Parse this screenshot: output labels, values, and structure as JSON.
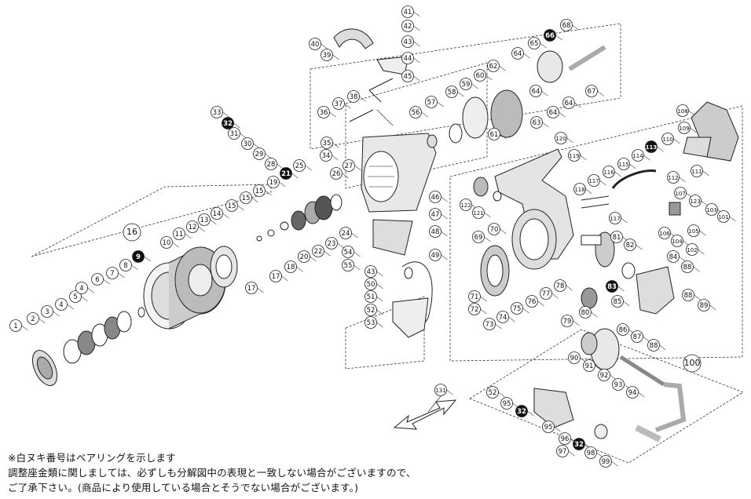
{
  "colors": {
    "line": "#222222",
    "bearing_fill": "#111111",
    "label_fill": "#ffffff",
    "part_fill": "#eeeeee"
  },
  "notes": [
    "※白ヌキ番号はベアリングを示します",
    "調整座金類に関しましては、必ずしも分解図中の表現と一致しない場合がございますので、",
    "ご了承下さい。(商品により使用している場合とそうでない場合がございます。)"
  ],
  "bearing_labels": [
    "9",
    "21",
    "32",
    "66",
    "83",
    "113"
  ],
  "group_labels": [
    "16",
    "100"
  ],
  "callouts": [
    {
      "id": "1",
      "p": [
        20,
        415
      ]
    },
    {
      "id": "2",
      "p": [
        42,
        406
      ]
    },
    {
      "id": "3",
      "p": [
        60,
        397
      ]
    },
    {
      "id": "4",
      "p": [
        78,
        388
      ]
    },
    {
      "id": "5",
      "p": [
        96,
        378
      ]
    },
    {
      "id": "6",
      "p": [
        124,
        356
      ]
    },
    {
      "id": "4",
      "p": [
        104,
        367
      ]
    },
    {
      "id": "7",
      "p": [
        143,
        348
      ]
    },
    {
      "id": "8",
      "p": [
        160,
        338
      ]
    },
    {
      "id": "9",
      "p": [
        176,
        327
      ],
      "b": 1
    },
    {
      "id": "10",
      "p": [
        212,
        309
      ]
    },
    {
      "id": "11",
      "p": [
        228,
        298
      ]
    },
    {
      "id": "12",
      "p": [
        245,
        289
      ]
    },
    {
      "id": "13",
      "p": [
        260,
        280
      ]
    },
    {
      "id": "14",
      "p": [
        276,
        272
      ]
    },
    {
      "id": "15",
      "p": [
        295,
        262
      ]
    },
    {
      "id": "15",
      "p": [
        313,
        252
      ]
    },
    {
      "id": "15",
      "p": [
        330,
        243
      ]
    },
    {
      "id": "16",
      "p": [
        168,
        296
      ],
      "g": 1
    },
    {
      "id": "17",
      "p": [
        320,
        367
      ]
    },
    {
      "id": "17",
      "p": [
        351,
        352
      ]
    },
    {
      "id": "18",
      "p": [
        370,
        340
      ]
    },
    {
      "id": "19",
      "p": [
        348,
        232
      ]
    },
    {
      "id": "20",
      "p": [
        387,
        327
      ]
    },
    {
      "id": "21",
      "p": [
        364,
        221
      ],
      "b": 1
    },
    {
      "id": "22",
      "p": [
        405,
        320
      ]
    },
    {
      "id": "23",
      "p": [
        422,
        310
      ]
    },
    {
      "id": "24",
      "p": [
        440,
        297
      ]
    },
    {
      "id": "25",
      "p": [
        381,
        211
      ]
    },
    {
      "id": "26",
      "p": [
        428,
        221
      ]
    },
    {
      "id": "27",
      "p": [
        444,
        211
      ]
    },
    {
      "id": "28",
      "p": [
        345,
        209
      ]
    },
    {
      "id": "29",
      "p": [
        330,
        196
      ]
    },
    {
      "id": "30",
      "p": [
        315,
        183
      ]
    },
    {
      "id": "31",
      "p": [
        298,
        170
      ]
    },
    {
      "id": "32",
      "p": [
        290,
        157
      ],
      "b": 1
    },
    {
      "id": "33",
      "p": [
        276,
        143
      ]
    },
    {
      "id": "34",
      "p": [
        415,
        198
      ]
    },
    {
      "id": "35",
      "p": [
        416,
        182
      ]
    },
    {
      "id": "36",
      "p": [
        412,
        143
      ]
    },
    {
      "id": "37",
      "p": [
        431,
        132
      ]
    },
    {
      "id": "38",
      "p": [
        450,
        123
      ]
    },
    {
      "id": "39",
      "p": [
        416,
        70
      ]
    },
    {
      "id": "40",
      "p": [
        401,
        56
      ]
    },
    {
      "id": "41",
      "p": [
        519,
        15
      ]
    },
    {
      "id": "42",
      "p": [
        519,
        33
      ]
    },
    {
      "id": "43",
      "p": [
        519,
        53
      ]
    },
    {
      "id": "44",
      "p": [
        519,
        74
      ]
    },
    {
      "id": "45",
      "p": [
        519,
        97
      ]
    },
    {
      "id": "46",
      "p": [
        554,
        251
      ]
    },
    {
      "id": "47",
      "p": [
        554,
        273
      ]
    },
    {
      "id": "48",
      "p": [
        554,
        295
      ]
    },
    {
      "id": "49",
      "p": [
        554,
        325
      ]
    },
    {
      "id": "43",
      "p": [
        472,
        346
      ]
    },
    {
      "id": "50",
      "p": [
        472,
        362
      ]
    },
    {
      "id": "51",
      "p": [
        472,
        378
      ]
    },
    {
      "id": "52",
      "p": [
        472,
        395
      ]
    },
    {
      "id": "53",
      "p": [
        472,
        411
      ]
    },
    {
      "id": "54",
      "p": [
        443,
        321
      ]
    },
    {
      "id": "55",
      "p": [
        443,
        338
      ]
    },
    {
      "id": "56",
      "p": [
        529,
        143
      ]
    },
    {
      "id": "57",
      "p": [
        549,
        130
      ]
    },
    {
      "id": "58",
      "p": [
        575,
        117
      ]
    },
    {
      "id": "59",
      "p": [
        593,
        107
      ]
    },
    {
      "id": "60",
      "p": [
        611,
        96
      ]
    },
    {
      "id": "61",
      "p": [
        629,
        171
      ]
    },
    {
      "id": "62",
      "p": [
        628,
        84
      ]
    },
    {
      "id": "63",
      "p": [
        683,
        156
      ]
    },
    {
      "id": "64",
      "p": [
        659,
        68
      ]
    },
    {
      "id": "64",
      "p": [
        682,
        116
      ]
    },
    {
      "id": "64",
      "p": [
        704,
        143
      ]
    },
    {
      "id": "64",
      "p": [
        724,
        131
      ]
    },
    {
      "id": "65",
      "p": [
        680,
        55
      ]
    },
    {
      "id": "66",
      "p": [
        700,
        45
      ],
      "b": 1
    },
    {
      "id": "67",
      "p": [
        753,
        116
      ]
    },
    {
      "id": "68",
      "p": [
        721,
        32
      ]
    },
    {
      "id": "69",
      "p": [
        609,
        302
      ]
    },
    {
      "id": "70",
      "p": [
        629,
        292
      ]
    },
    {
      "id": "71",
      "p": [
        604,
        378
      ]
    },
    {
      "id": "72",
      "p": [
        604,
        394
      ]
    },
    {
      "id": "73",
      "p": [
        623,
        413
      ]
    },
    {
      "id": "74",
      "p": [
        640,
        404
      ]
    },
    {
      "id": "75",
      "p": [
        658,
        393
      ]
    },
    {
      "id": "76",
      "p": [
        677,
        384
      ]
    },
    {
      "id": "77",
      "p": [
        695,
        374
      ]
    },
    {
      "id": "78",
      "p": [
        713,
        364
      ]
    },
    {
      "id": "79",
      "p": [
        722,
        409
      ]
    },
    {
      "id": "80",
      "p": [
        745,
        398
      ]
    },
    {
      "id": "81",
      "p": [
        785,
        302
      ]
    },
    {
      "id": "82",
      "p": [
        802,
        312
      ]
    },
    {
      "id": "83",
      "p": [
        779,
        365
      ],
      "b": 1
    },
    {
      "id": "84",
      "p": [
        857,
        327
      ]
    },
    {
      "id": "85",
      "p": [
        786,
        384
      ]
    },
    {
      "id": "86",
      "p": [
        793,
        420
      ]
    },
    {
      "id": "87",
      "p": [
        811,
        429
      ]
    },
    {
      "id": "88",
      "p": [
        875,
        340
      ]
    },
    {
      "id": "88",
      "p": [
        876,
        376
      ]
    },
    {
      "id": "88",
      "p": [
        832,
        440
      ]
    },
    {
      "id": "89",
      "p": [
        896,
        389
      ]
    },
    {
      "id": "90",
      "p": [
        731,
        456
      ]
    },
    {
      "id": "91",
      "p": [
        750,
        466
      ]
    },
    {
      "id": "92",
      "p": [
        769,
        478
      ]
    },
    {
      "id": "93",
      "p": [
        787,
        490
      ]
    },
    {
      "id": "94",
      "p": [
        805,
        500
      ]
    },
    {
      "id": "95",
      "p": [
        645,
        514
      ]
    },
    {
      "id": "95",
      "p": [
        698,
        544
      ]
    },
    {
      "id": "96",
      "p": [
        719,
        559
      ]
    },
    {
      "id": "97",
      "p": [
        716,
        575
      ]
    },
    {
      "id": "98",
      "p": [
        752,
        577
      ]
    },
    {
      "id": "99",
      "p": [
        771,
        588
      ]
    },
    {
      "id": "52",
      "p": [
        627,
        500
      ]
    },
    {
      "id": "32",
      "p": [
        664,
        524
      ],
      "b": 1
    },
    {
      "id": "32",
      "p": [
        737,
        566
      ],
      "b": 1
    },
    {
      "id": "100",
      "p": [
        881,
        463
      ],
      "g": 1
    },
    {
      "id": "101",
      "p": [
        921,
        276
      ]
    },
    {
      "id": "102",
      "p": [
        881,
        318
      ]
    },
    {
      "id": "103",
      "p": [
        906,
        267
      ]
    },
    {
      "id": "104",
      "p": [
        862,
        307
      ]
    },
    {
      "id": "105",
      "p": [
        883,
        294
      ]
    },
    {
      "id": "106",
      "p": [
        846,
        297
      ]
    },
    {
      "id": "107",
      "p": [
        866,
        246
      ]
    },
    {
      "id": "108",
      "p": [
        869,
        141
      ]
    },
    {
      "id": "109",
      "p": [
        871,
        163
      ]
    },
    {
      "id": "110",
      "p": [
        850,
        177
      ]
    },
    {
      "id": "111",
      "p": [
        887,
        218
      ]
    },
    {
      "id": "112",
      "p": [
        857,
        226
      ]
    },
    {
      "id": "113",
      "p": [
        829,
        187
      ],
      "b": 1
    },
    {
      "id": "114",
      "p": [
        812,
        198
      ]
    },
    {
      "id": "115",
      "p": [
        794,
        209
      ]
    },
    {
      "id": "116",
      "p": [
        775,
        219
      ]
    },
    {
      "id": "117",
      "p": [
        756,
        230
      ]
    },
    {
      "id": "117",
      "p": [
        783,
        278
      ]
    },
    {
      "id": "118",
      "p": [
        738,
        241
      ]
    },
    {
      "id": "119",
      "p": [
        731,
        198
      ]
    },
    {
      "id": "120",
      "p": [
        714,
        176
      ]
    },
    {
      "id": "121",
      "p": [
        609,
        271
      ]
    },
    {
      "id": "122",
      "p": [
        593,
        261
      ]
    },
    {
      "id": "123",
      "p": [
        885,
        256
      ]
    },
    {
      "id": "131",
      "p": [
        561,
        497
      ]
    }
  ]
}
